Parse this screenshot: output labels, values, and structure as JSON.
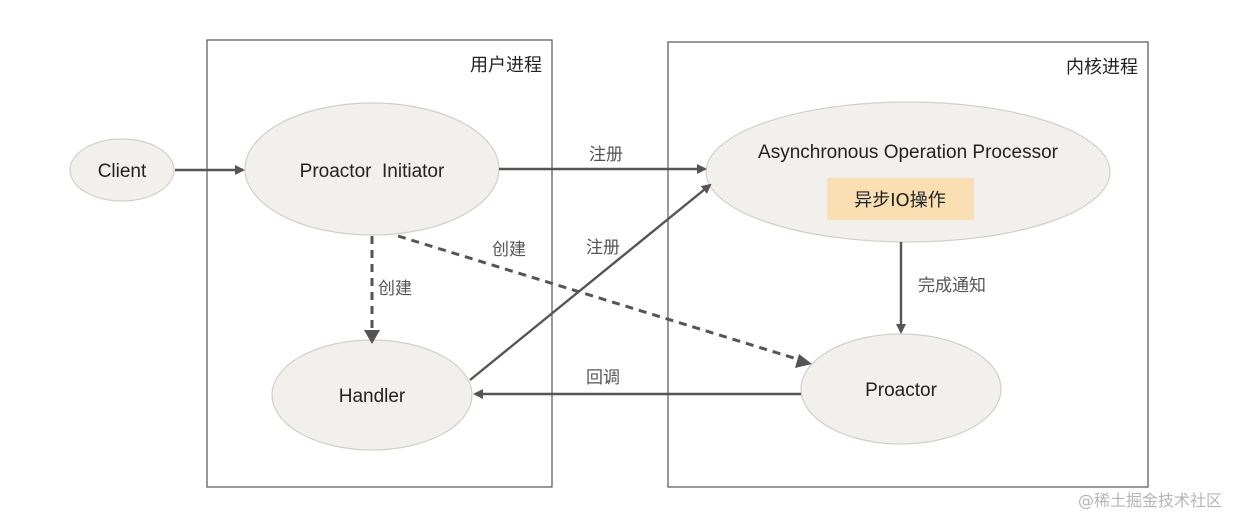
{
  "regions": {
    "user_process": "用户进程",
    "kernel_process": "内核进程"
  },
  "nodes": {
    "client": "Client",
    "proactor_initiator": "Proactor  Initiator",
    "async_op_processor": "Asynchronous Operation Processor",
    "async_io_badge": "异步IO操作",
    "handler": "Handler",
    "proactor": "Proactor"
  },
  "edges": {
    "register_top": "注册",
    "create_diag": "创建",
    "register_diag": "注册",
    "create_down": "创建",
    "complete_notify": "完成通知",
    "callback": "回调"
  },
  "colors": {
    "node_fill": "#f2f0ec",
    "badge_fill": "#f9dfb1",
    "line": "#555555"
  },
  "watermark": "@稀土掘金技术社区"
}
